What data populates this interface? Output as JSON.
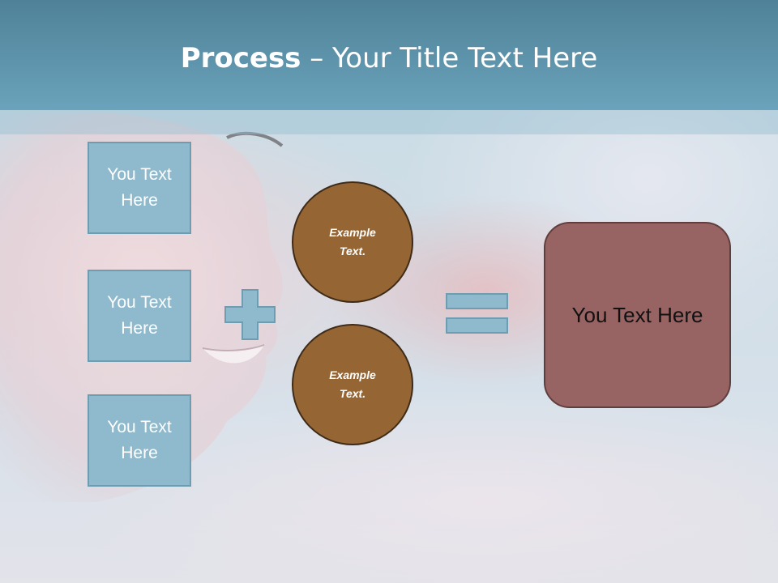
{
  "slide": {
    "title_bold": "Process",
    "title_rest": " – Your Title Text Here"
  },
  "input_boxes": [
    {
      "label": "You Text\nHere"
    },
    {
      "label": "You Text\nHere"
    },
    {
      "label": "You Text\nHere"
    }
  ],
  "circles": [
    {
      "label": "Example\nText."
    },
    {
      "label": "Example\nText."
    }
  ],
  "operators": {
    "plus_icon": "plus-icon",
    "equals_icon": "equals-icon"
  },
  "result": {
    "label": "You Text Here"
  },
  "colors": {
    "header": "#5b8fa5",
    "box_fill": "#8fb9cc",
    "circle_fill": "#966534",
    "result_fill": "#986463"
  }
}
